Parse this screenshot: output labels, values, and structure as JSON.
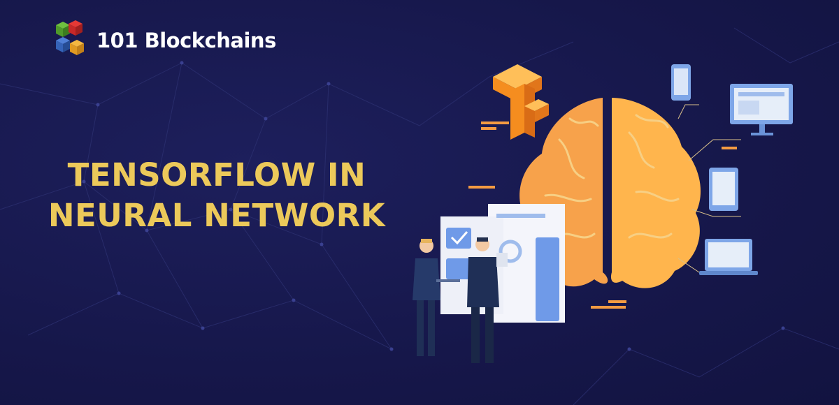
{
  "brand": {
    "name": "101 Blockchains"
  },
  "headline": {
    "line1": "TENSORFLOW IN",
    "line2": "NEURAL NETWORK"
  },
  "colors": {
    "background": "#16174a",
    "headline": "#ecc95a",
    "brain": "#f7a24b",
    "tensorflow": "#f99b2b",
    "device": "#7ea6e8"
  },
  "icons": [
    "tensorflow-logo-icon",
    "brain-icon",
    "phone-icon",
    "monitor-icon",
    "tablet-icon",
    "laptop-icon"
  ]
}
